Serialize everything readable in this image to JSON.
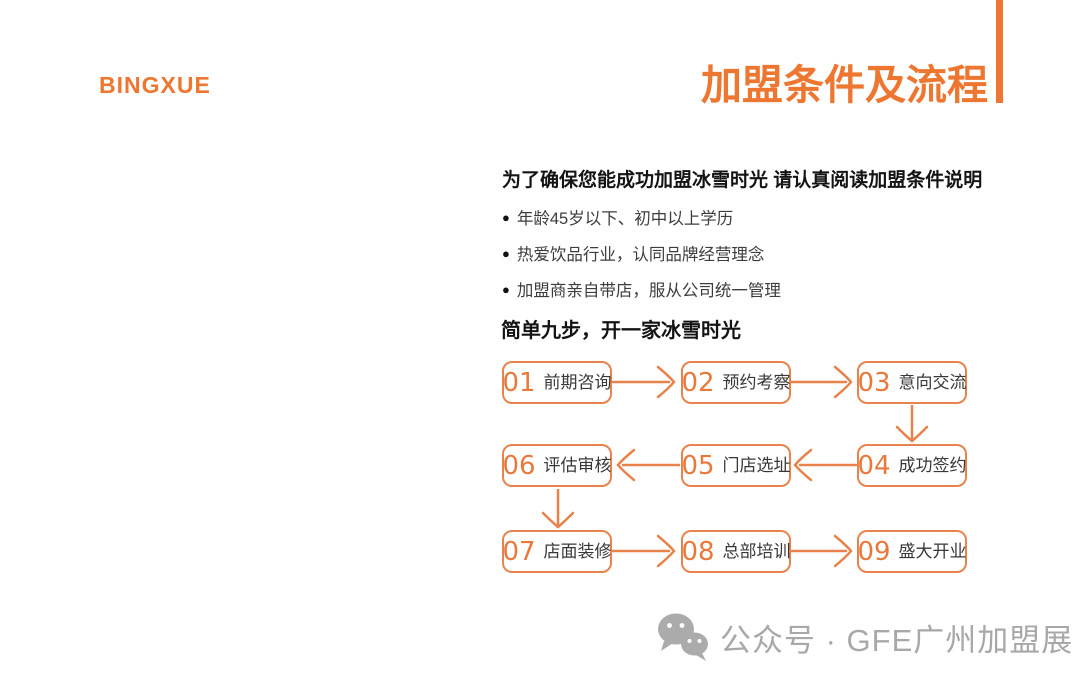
{
  "colors": {
    "accent": "#ED7630",
    "box_border": "#E8834E",
    "step_number": "#E8793B",
    "arrow": "#E8824A",
    "heading_text": "#141414",
    "bullet_text": "#3D3D3D",
    "watermark_gray": "#A8A8A8",
    "background": "#FFFFFF"
  },
  "header": {
    "logo": "BINGXUE",
    "title": "加盟条件及流程"
  },
  "conditions": {
    "heading": "为了确保您能成功加盟冰雪时光 请认真阅读加盟条件说明",
    "bullet_glyph": "●",
    "items": [
      "年龄45岁以下、初中以上学历",
      "热爱饮品行业，认同品牌经营理念",
      "加盟商亲自带店，服从公司统一管理"
    ]
  },
  "process": {
    "heading": "简单九步，开一家冰雪时光",
    "steps": [
      {
        "num": "01",
        "label": "前期咨询"
      },
      {
        "num": "02",
        "label": "预约考察"
      },
      {
        "num": "03",
        "label": "意向交流"
      },
      {
        "num": "04",
        "label": "成功签约"
      },
      {
        "num": "05",
        "label": "门店选址"
      },
      {
        "num": "06",
        "label": "评估审核"
      },
      {
        "num": "07",
        "label": "店面装修"
      },
      {
        "num": "08",
        "label": "总部培训"
      },
      {
        "num": "09",
        "label": "盛大开业"
      }
    ]
  },
  "watermark": {
    "icon": "wechat-icon",
    "text": "公众号 · GFE广州加盟展"
  }
}
